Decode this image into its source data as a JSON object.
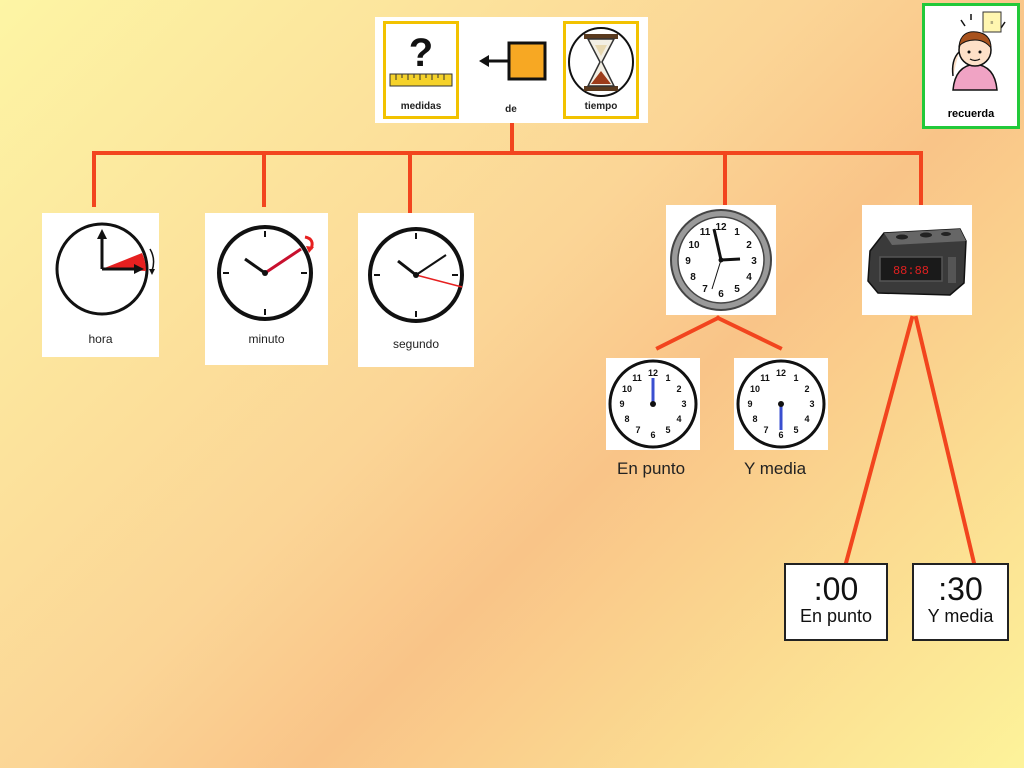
{
  "colors": {
    "connector": "#f2451e",
    "recuerda_border": "#22c93a",
    "title_frame": "#f2c200"
  },
  "title_card": {
    "cells": [
      {
        "label": "medidas",
        "icon": "question-ruler-icon"
      },
      {
        "label": "de",
        "icon": "arrow-square-icon"
      },
      {
        "label": "tiempo",
        "icon": "hourglass-icon"
      }
    ]
  },
  "recuerda": {
    "label": "recuerda",
    "icon": "thinking-person-icon"
  },
  "units": [
    {
      "label": "hora",
      "icon": "hour-clock-icon"
    },
    {
      "label": "minuto",
      "icon": "minute-clock-icon"
    },
    {
      "label": "segundo",
      "icon": "second-clock-icon"
    }
  ],
  "analog": {
    "icon": "analog-clock-icon",
    "clocks": [
      {
        "caption": "En punto",
        "icon": "clock-oclock-icon"
      },
      {
        "caption": "Y media",
        "icon": "clock-half-past-icon"
      }
    ]
  },
  "digital": {
    "icon": "digital-alarm-clock-icon",
    "boxes": [
      {
        "time": ":00",
        "caption": "En punto"
      },
      {
        "time": ":30",
        "caption": "Y media"
      }
    ]
  }
}
